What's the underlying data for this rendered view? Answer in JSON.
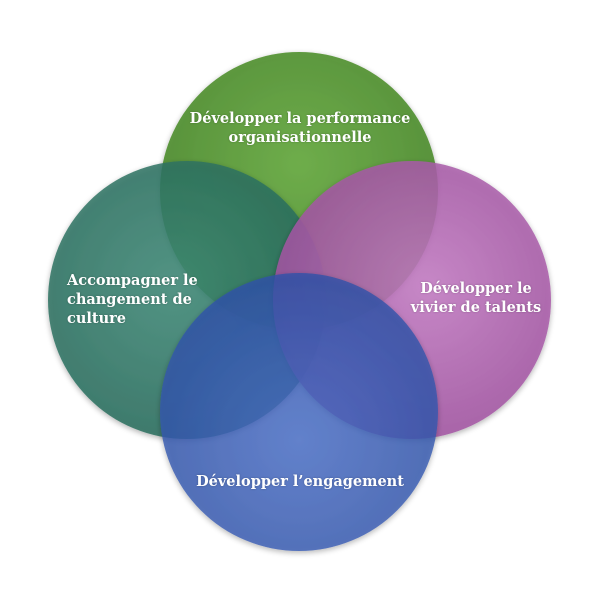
{
  "diagram": {
    "circles": [
      {
        "id": "top",
        "label": "Développer la performance\norganisationnelle",
        "color": "#5a9a3a"
      },
      {
        "id": "right",
        "label": "Développer le\nvivier de talents",
        "color": "#b060b0"
      },
      {
        "id": "left",
        "label": "Accompagner le\nchangement de\nculture",
        "color": "#2e7a68"
      },
      {
        "id": "bottom",
        "label": "Développer l’engagement",
        "color": "#3a5fb8"
      }
    ]
  }
}
